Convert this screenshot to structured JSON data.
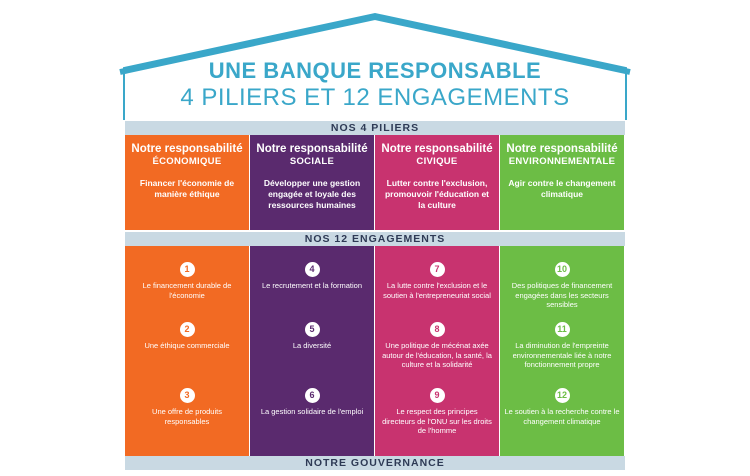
{
  "title": {
    "line1": "UNE BANQUE RESPONSABLE",
    "line2": "4 PILIERS ET 12 ENGAGEMENTS"
  },
  "bands": {
    "piliers": "NOS 4 PILIERS",
    "engagements": "NOS 12 ENGAGEMENTS",
    "gouvernance": "NOTRE GOUVERNANCE"
  },
  "colors": {
    "roof": "#3aa7c9",
    "band": "#c9d9e3",
    "economique": "#f26a23",
    "sociale": "#5a2a6e",
    "civique": "#c8336f",
    "environnementale": "#6cbd45"
  },
  "pillars": [
    {
      "title": "Notre responsabilité",
      "subtitle": "ÉCONOMIQUE",
      "description": "Financer l'économie de manière éthique",
      "engagements": [
        {
          "num": "1",
          "text": "Le financement durable de l'économie"
        },
        {
          "num": "2",
          "text": "Une éthique commerciale"
        },
        {
          "num": "3",
          "text": "Une offre de produits responsables"
        }
      ]
    },
    {
      "title": "Notre responsabilité",
      "subtitle": "SOCIALE",
      "description": "Développer une gestion engagée et loyale des ressources humaines",
      "engagements": [
        {
          "num": "4",
          "text": "Le recrutement et la formation"
        },
        {
          "num": "5",
          "text": "La diversité"
        },
        {
          "num": "6",
          "text": "La gestion solidaire de l'emploi"
        }
      ]
    },
    {
      "title": "Notre responsabilité",
      "subtitle": "CIVIQUE",
      "description": "Lutter contre l'exclusion, promouvoir l'éducation et la culture",
      "engagements": [
        {
          "num": "7",
          "text": "La lutte contre l'exclusion et le soutien à l'entrepreneuriat social"
        },
        {
          "num": "8",
          "text": "Une politique de mécénat axée autour de l'éducation, la santé, la culture et la solidarité"
        },
        {
          "num": "9",
          "text": "Le respect des principes directeurs de l'ONU sur les droits de l'homme"
        }
      ]
    },
    {
      "title": "Notre responsabilité",
      "subtitle": "ENVIRONNEMENTALE",
      "description": "Agir contre le changement climatique",
      "engagements": [
        {
          "num": "10",
          "text": "Des politiques de financement engagées dans les secteurs sensibles"
        },
        {
          "num": "11",
          "text": "La diminution de l'empreinte environnementale liée à notre fonctionnement propre"
        },
        {
          "num": "12",
          "text": "Le soutien à la recherche contre le changement climatique"
        }
      ]
    }
  ]
}
